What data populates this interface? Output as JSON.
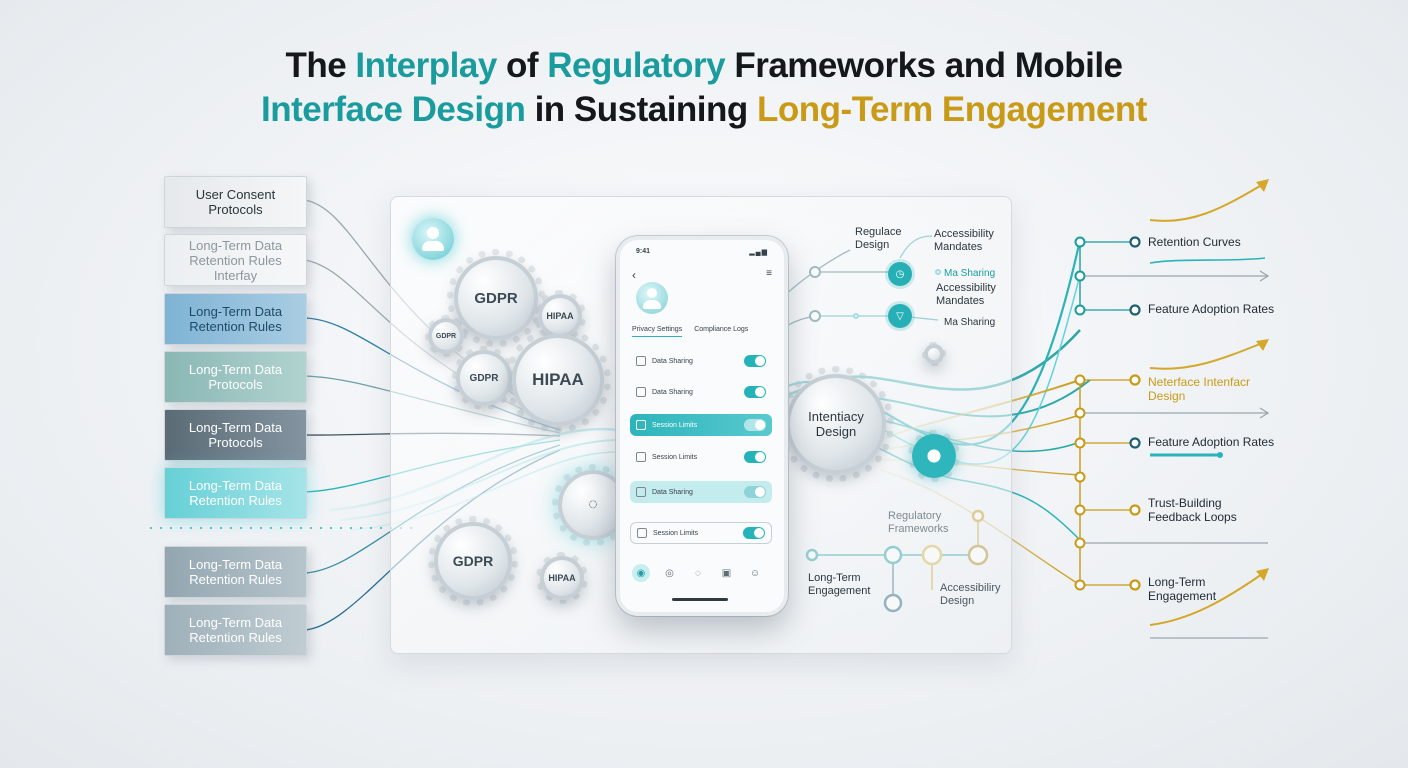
{
  "title": {
    "p1": "The ",
    "p2": "Interplay",
    "p3": " of ",
    "p4": "Regulatory",
    "p5": " Frameworks and Mobile",
    "p6": "Interface Design",
    "p7": " in Sustaining ",
    "p8": "Long-Term Engagement"
  },
  "left_boxes": [
    {
      "l1": "User Consent",
      "l2": "Protocols",
      "l3": ""
    },
    {
      "l1": "Long-Term Data",
      "l2": "Retention Rules",
      "l3": "Interfay"
    },
    {
      "l1": "Long-Term Data",
      "l2": "Retention Rules",
      "l3": ""
    },
    {
      "l1": "Long-Term Data",
      "l2": "Protocols",
      "l3": ""
    },
    {
      "l1": "Long-Term Data",
      "l2": "Protocols",
      "l3": ""
    },
    {
      "l1": "Long-Term Data",
      "l2": "Retention Rules",
      "l3": ""
    },
    {
      "l1": "Long-Term Data",
      "l2": "Retention Rules",
      "l3": ""
    },
    {
      "l1": "Long-Term Data",
      "l2": "Retention Rules",
      "l3": ""
    }
  ],
  "gears": [
    "GDPR",
    "HIPAA",
    "GDPR",
    "GDPR",
    "HIPAA",
    "GDPR",
    "HIPAA"
  ],
  "phone": {
    "time": "9:41",
    "tabs": [
      "Privacy Settings",
      "Compliance Logs"
    ],
    "rows": [
      "Data Sharing",
      "Data Sharing",
      "Session Limits",
      "Session Limits",
      "Data Sharing",
      "Session Limits"
    ]
  },
  "center_gear": {
    "l1": "Intentiacy",
    "l2": "Design"
  },
  "center_labels": {
    "regulace": [
      "Regulace",
      "Design"
    ],
    "accessibility_1": [
      "Accessibility",
      "Mandates"
    ],
    "ma_sharing_1": "Ma Sharing",
    "accessibility_2": [
      "Accessibility",
      "Mandates"
    ],
    "ma_sharing_2": "Ma Sharing",
    "regulatory": [
      "Regulatory",
      "Frameworks"
    ],
    "long_term": [
      "Long-Term",
      "Engagement"
    ],
    "access_design": [
      "Accessibiliry",
      "Design"
    ]
  },
  "right_labels": {
    "retention": "Retention Curves",
    "feature_1": "Feature Adoption Rates",
    "neterface": [
      "Neterface Intenfacr",
      "Design"
    ],
    "feature_2": "Feature Adoption Rates",
    "trust": [
      "Trust-Building",
      "Feedback Loops"
    ],
    "longterm": [
      "Long-Term",
      "Engagement"
    ]
  },
  "colors": {
    "teal": "#1a9c9e",
    "gold": "#c99a16",
    "dark": "#14181c"
  }
}
